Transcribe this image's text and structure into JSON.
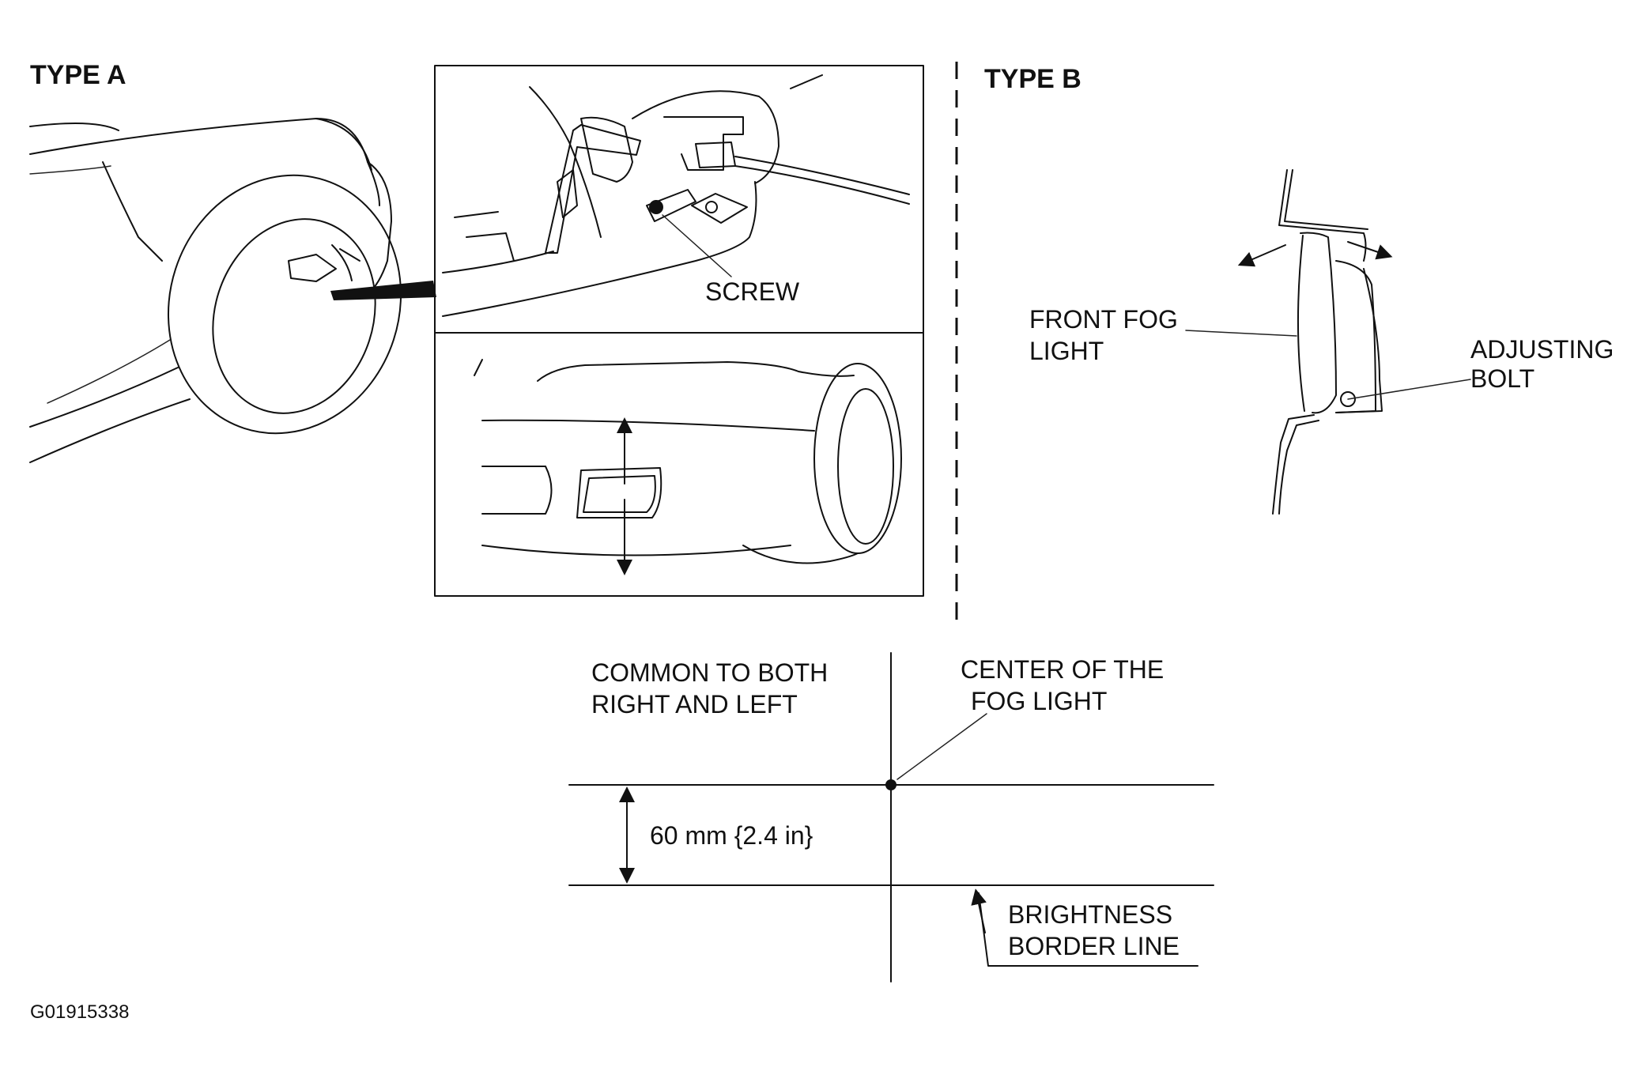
{
  "type_a": {
    "heading": "TYPE A",
    "screw_label": "SCREW"
  },
  "type_b": {
    "heading": "TYPE B",
    "fog_light_label": [
      "FRONT FOG",
      "LIGHT"
    ],
    "adjusting_bolt_label": [
      "ADJUSTING",
      "BOLT"
    ]
  },
  "aiming": {
    "common_label": [
      "COMMON TO BOTH",
      "RIGHT AND LEFT"
    ],
    "center_label": [
      "CENTER OF THE",
      "FOG LIGHT"
    ],
    "offset_label": "60 mm {2.4 in}",
    "border_label": [
      "BRIGHTNESS",
      "BORDER LINE"
    ]
  },
  "figure_id": "G01915338"
}
